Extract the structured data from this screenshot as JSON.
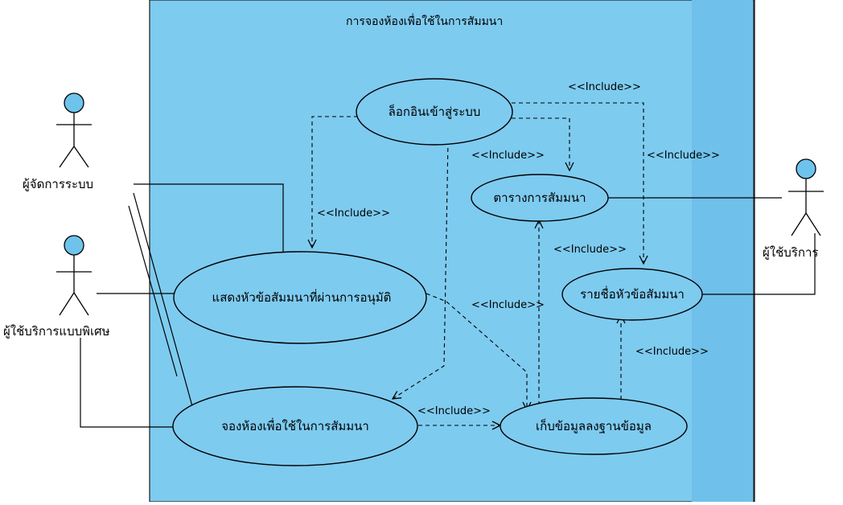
{
  "system": {
    "title": "การจองห้องเพื่อใช้ในการสัมมนา",
    "fill_color": "#7ecbf0",
    "accent_color": "#6fc0ea"
  },
  "actors": {
    "admin": "ผู้จัดการระบบ",
    "special_user": "ผู้ใช้บริการแบบพิเศษ",
    "user": "ผู้ใช้บริการ",
    "head_color": "#6ec3ec"
  },
  "use_cases": {
    "login": "ล็อกอินเข้าสู่ระบบ",
    "schedule": "ตารางการสัมมนา",
    "show_topics": "แสดงหัวข้อสัมมนาที่ผ่านการอนุมัติ",
    "list_topics": "รายชื่อหัวข้อสัมมนา",
    "book_room": "จองห้องเพื่อใช้ในการสัมมนา",
    "save_db": "เก็บข้อมูลลงฐานข้อมูล"
  },
  "relations": {
    "include_1": "<<Include>>",
    "include_2": "<<Include>>",
    "include_3": "<<Include>>",
    "include_4": "<<Include>>",
    "include_5": "<<Include>>",
    "include_6": "<<Include>>",
    "include_7": "<<Include>>",
    "include_8": "<<Include>>"
  }
}
